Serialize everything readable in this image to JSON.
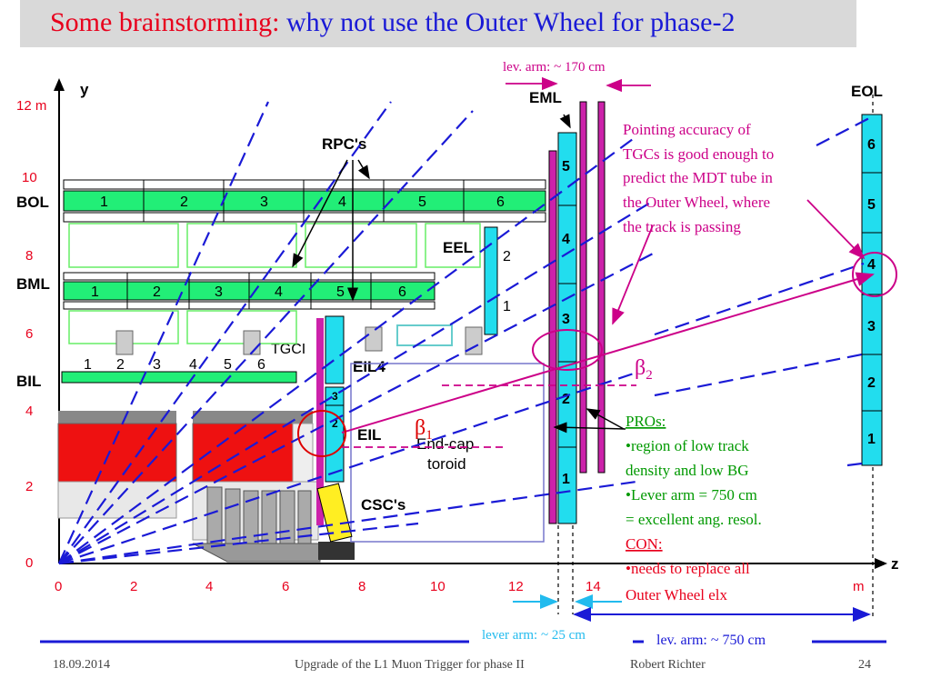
{
  "title": {
    "part1": "Some brainstorming:",
    "part2": "why not use the Outer Wheel for phase-2"
  },
  "axes": {
    "y_label": "y",
    "z_label": "z",
    "y_unit": "12 m",
    "z_unit": "m",
    "y_ticks": [
      "10",
      "8",
      "6",
      "4",
      "2",
      "0"
    ],
    "z_ticks": [
      "0",
      "2",
      "4",
      "6",
      "8",
      "10",
      "12",
      "14"
    ]
  },
  "stations": {
    "bol": "BOL",
    "bml": "BML",
    "bil": "BIL",
    "eel": "EEL",
    "eml": "EML",
    "eol": "EOL",
    "eil4": "EIL4",
    "eil": "EIL",
    "tgci": "TGCI",
    "csc": "CSC's",
    "rpc": "RPC's",
    "toroid_line1": "End-cap",
    "toroid_line2": "toroid"
  },
  "bol_sectors": [
    "1",
    "2",
    "3",
    "4",
    "5",
    "6"
  ],
  "bml_sectors": [
    "1",
    "2",
    "3",
    "4",
    "5",
    "6"
  ],
  "bil_sectors": [
    "1",
    "2",
    "3",
    "4",
    "5",
    "6"
  ],
  "eel_sectors": [
    "2",
    "1"
  ],
  "eml_sectors": [
    "5",
    "4",
    "3",
    "2",
    "1"
  ],
  "eol_sectors": [
    "6",
    "5",
    "4",
    "3",
    "2",
    "1"
  ],
  "eil4_sectors": [
    "3",
    "2"
  ],
  "lever_arm_top": "lev. arm:  ~ 170 cm",
  "lever_arm_small": "lever arm:  ~ 25 cm",
  "lever_arm_large": "lev. arm:  ~ 750 cm",
  "beta1": "β",
  "beta1_sub": "1",
  "beta2": "β",
  "beta2_sub": "2",
  "pointing_note": [
    "Pointing accuracy of",
    "TGCs is good enough to",
    "predict the MDT tube in",
    "the Outer Wheel, where",
    "the track is passing"
  ],
  "pros_title": "PROs:",
  "pros_lines": [
    "•region of low track",
    "density and low BG",
    "•Lever arm = 750 cm",
    "= excellent ang. resol."
  ],
  "con_title": "CON:",
  "con_lines": [
    "•needs to replace all",
    "Outer Wheel elx"
  ],
  "footer": {
    "date": "18.09.2014",
    "talk": "Upgrade of the L1 Muon Trigger for phase II",
    "author": "Robert Richter",
    "page": "24"
  },
  "colors": {
    "title_red": "#e8001c",
    "title_blue": "#1a1ad6",
    "chamber_green": "#22ee77",
    "chamber_cyan": "#22ddee",
    "magenta": "#cc22aa",
    "dash_blue": "#1a1ad6"
  }
}
